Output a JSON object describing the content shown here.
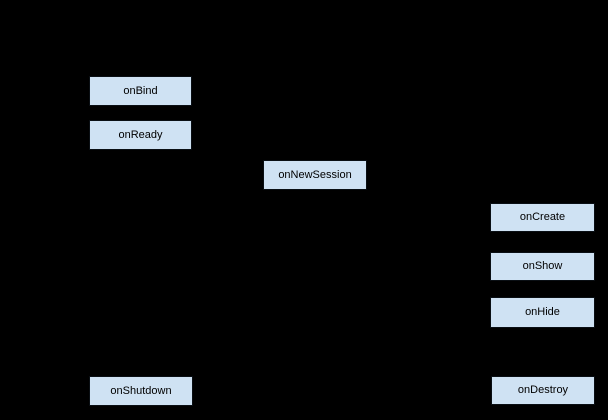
{
  "diagram": {
    "type": "lifecycle-flow",
    "colors": {
      "background": "#000000",
      "node_fill": "#cfe2f3",
      "node_border": "#0a0f14",
      "node_text": "#000000"
    },
    "nodes": [
      {
        "id": "onBind",
        "label": "onBind"
      },
      {
        "id": "onReady",
        "label": "onReady"
      },
      {
        "id": "onNewSession",
        "label": "onNewSession"
      },
      {
        "id": "onCreate",
        "label": "onCreate"
      },
      {
        "id": "onShow",
        "label": "onShow"
      },
      {
        "id": "onHide",
        "label": "onHide"
      },
      {
        "id": "onShutdown",
        "label": "onShutdown"
      },
      {
        "id": "onDestroy",
        "label": "onDestroy"
      }
    ]
  }
}
